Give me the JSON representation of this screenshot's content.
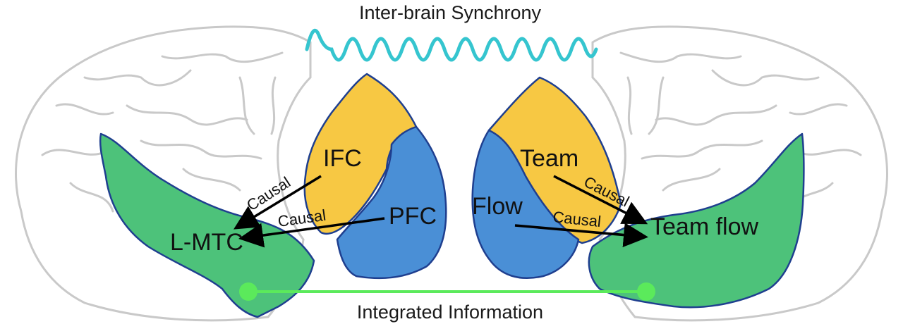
{
  "title": "Inter-brain Synchrony",
  "bottom_label": "Integrated Information",
  "left_brain": {
    "regions": {
      "ifc": "IFC",
      "pfc": "PFC",
      "lmtc": "L-MTC"
    },
    "arrows": [
      "Causal",
      "Causal"
    ]
  },
  "right_brain": {
    "regions": {
      "team": "Team",
      "flow": "Flow",
      "team_flow": "Team flow"
    },
    "arrows": [
      "Causal",
      "Causal"
    ]
  },
  "colors": {
    "yellow": "#F7C843",
    "blue": "#4A8FD6",
    "green": "#4DC27A",
    "outline": "#1F3F8F",
    "sync_wave": "#35C5CF",
    "integration_line": "#5BEA5B",
    "brain_outline": "#C9C9C9"
  }
}
